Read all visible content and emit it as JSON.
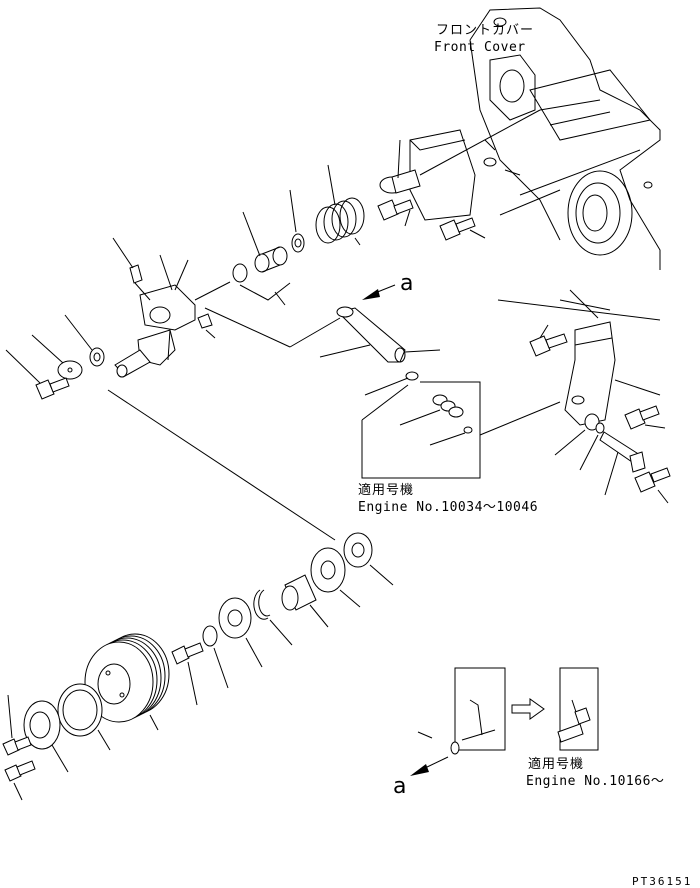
{
  "labels": {
    "front_cover_jp": "フロントカバー",
    "front_cover_en": "Front Cover",
    "ref_a_top": "a",
    "ref_a_bottom": "a",
    "applicable_jp_1": "適用号機",
    "engine_range_1": "Engine No.10034～10046",
    "applicable_jp_2": "適用号機",
    "engine_range_2": "Engine No.10166～",
    "drawing_code": "PT36151"
  },
  "icons": [
    "arrow-left-icon",
    "arrow-right-icon"
  ]
}
